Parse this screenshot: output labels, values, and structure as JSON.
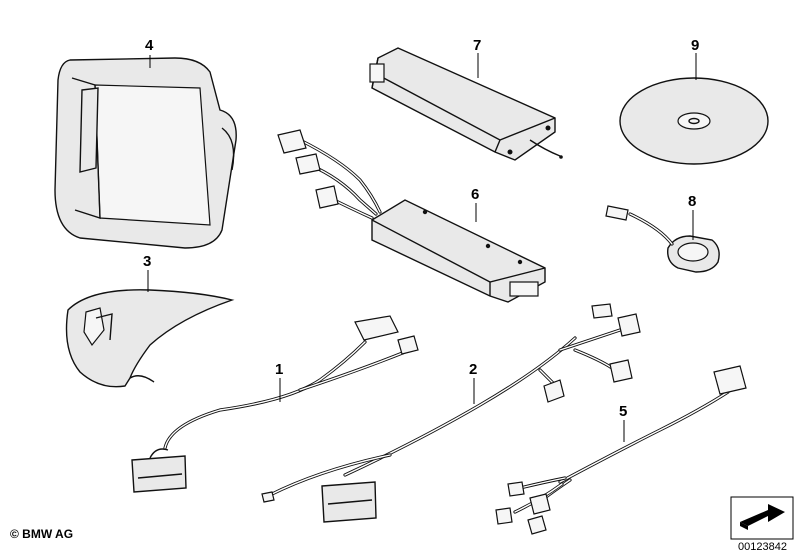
{
  "parts": [
    {
      "number": "1"
    },
    {
      "number": "2"
    },
    {
      "number": "3"
    },
    {
      "number": "4"
    },
    {
      "number": "5"
    },
    {
      "number": "6"
    },
    {
      "number": "7"
    },
    {
      "number": "8"
    },
    {
      "number": "9"
    }
  ],
  "footer": {
    "copyright": "© BMW AG",
    "doc_number": "00123842"
  },
  "icons": {
    "catalog_arrow": "arrow-box-icon"
  }
}
